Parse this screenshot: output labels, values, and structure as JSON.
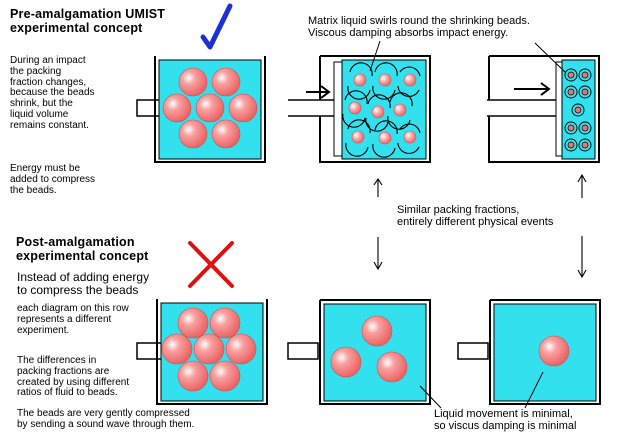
{
  "pre": {
    "title": "Pre-amalgamation UMIST\nexperimental concept",
    "description": "During an impact\nthe packing\nfraction changes,\nbecause the beads\nshrink, but the\nliquid volume\nremains constant.",
    "energy_note": "Energy must be\nadded to compress\nthe beads.",
    "mark": "check-mark-icon"
  },
  "top_caption": "Matrix liquid swirls round the shrinking beads.\nViscous damping absorbs impact energy.",
  "middle_caption": "Similar packing fractions,\nentirely different physical events",
  "post": {
    "title": "Post-amalgamation\nexperimental concept",
    "description1": "Instead of adding energy\nto compress the beads",
    "description2": "each diagram on this row\nrepresents a different\nexperiment.",
    "description3": "The differences in\npacking fractions are\ncreated by using different\nratios of fluid to beads.",
    "description4": "The  beads are very gently compressed\nby sending a sound wave through them.",
    "mark": "cross-mark-icon"
  },
  "bottom_caption": "Liquid movement is minimal,\nso viscus damping is minimal",
  "colors": {
    "liquid": "#33e0ee",
    "bead": "#f37070",
    "bead_highlight": "#ffffff",
    "check": "#1c2fd8",
    "cross": "#e01010",
    "container": "#000000"
  }
}
